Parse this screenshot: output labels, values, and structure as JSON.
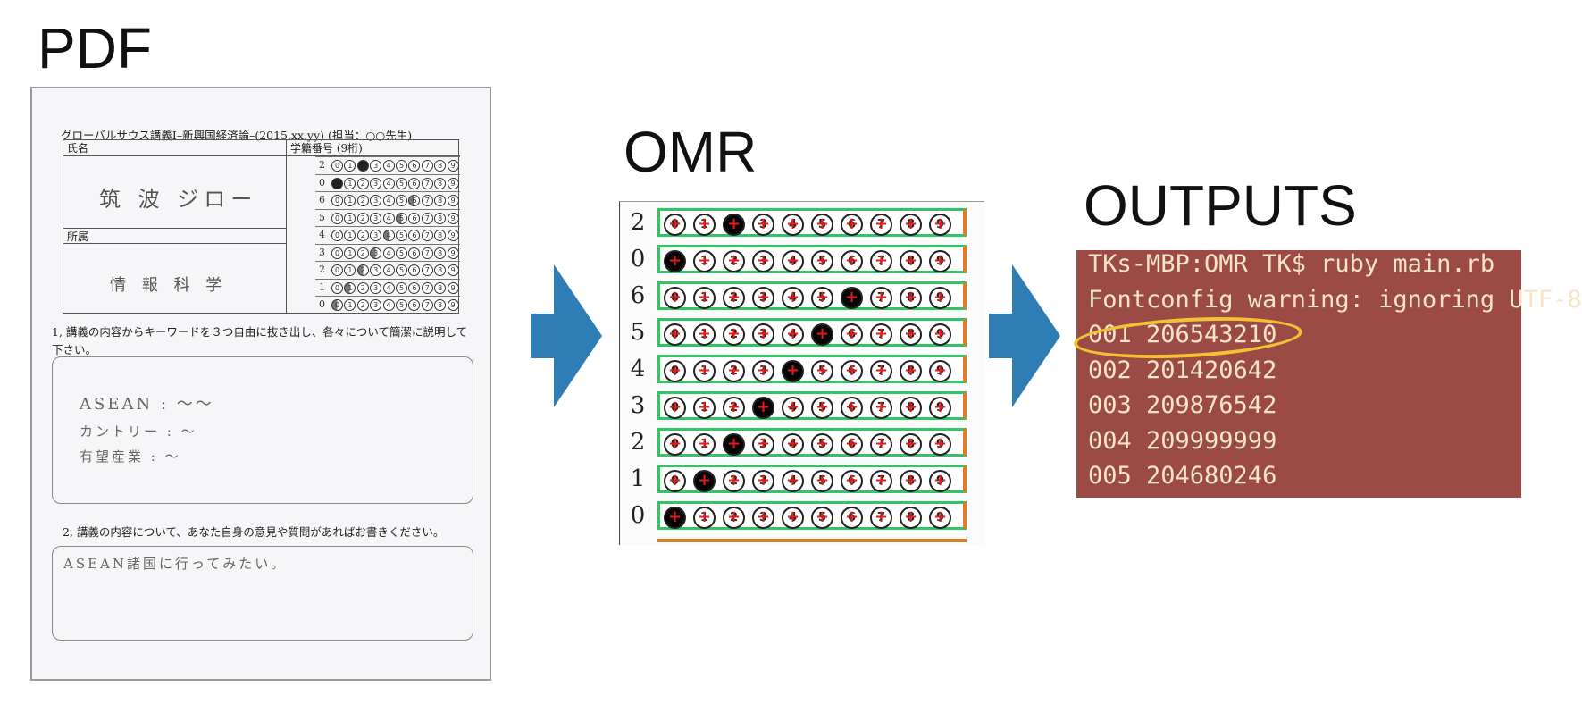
{
  "stages": {
    "pdf": "PDF",
    "omr": "OMR",
    "outputs": "OUTPUTS"
  },
  "pdf_sheet": {
    "header": "グローバルサウス講義Ⅰ–新興国経済論–(2015.xx.yy) (担当：○○先生)",
    "name_label": "氏名",
    "id_label": "学籍番号 (9桁)",
    "affiliation_label": "所属",
    "handwritten_name": "筑 波 ジロー",
    "handwritten_affiliation": "情 報 科 学",
    "id_digits": [
      "2",
      "0",
      "6",
      "5",
      "4",
      "3",
      "2",
      "1",
      "0"
    ],
    "question_1": "1, 講義の内容からキーワードを３つ自由に抜き出し、各々について簡潔に説明して下さい。",
    "answer_1": [
      "ASEAN : 〜〜",
      "カントリー : 〜",
      "有望産業 : 〜"
    ],
    "question_2": "2, 講義の内容について、あなた自身の意見や質問があればお書きください。",
    "answer_2": "ASEAN諸国に行ってみたい。"
  },
  "omr_grid": {
    "row_digits": [
      "2",
      "0",
      "6",
      "5",
      "4",
      "3",
      "2",
      "1",
      "0"
    ],
    "bubble_labels": [
      "0",
      "1",
      "2",
      "3",
      "4",
      "5",
      "6",
      "7",
      "8",
      "9"
    ],
    "filled_index": [
      2,
      0,
      6,
      5,
      4,
      3,
      2,
      1,
      0
    ]
  },
  "terminal": {
    "lines": [
      "TKs-MBP:OMR TK$ ruby main.rb",
      "Fontconfig warning: ignoring UTF-8",
      "001 206543210",
      "002 201420642",
      "003 209876542",
      "004 209999999",
      "005 204680246"
    ],
    "highlighted_line": 2
  },
  "colors": {
    "arrow": "#2f7db5",
    "omr_band": "#33c466",
    "omr_edge": "#e07d2a",
    "terminal_bg": "#9c4a45",
    "terminal_text": "#f4e4c8",
    "highlight": "#f1c232"
  }
}
